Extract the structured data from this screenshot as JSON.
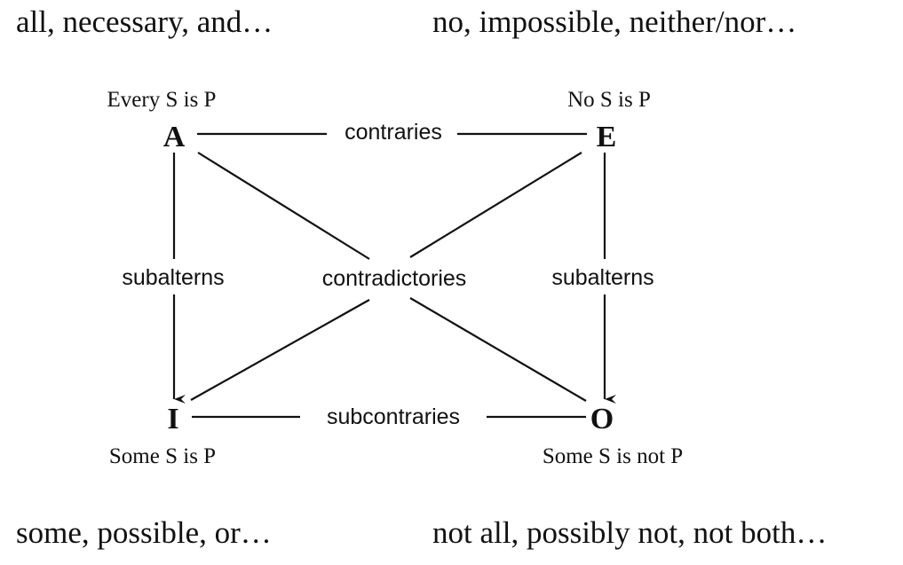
{
  "captions": {
    "top_left": "all, necessary, and…",
    "top_right": "no, impossible, neither/nor…",
    "bottom_left": "some, possible, or…",
    "bottom_right": "not all, possibly not, not both…"
  },
  "corners": {
    "A": {
      "letter": "A",
      "statement": "Every S is P"
    },
    "E": {
      "letter": "E",
      "statement": "No S is P"
    },
    "I": {
      "letter": "I",
      "statement": "Some S is P"
    },
    "O": {
      "letter": "O",
      "statement": "Some S is not P"
    }
  },
  "relations": {
    "contraries": "contraries",
    "contradictories": "contradictories",
    "subalterns_left": "subalterns",
    "subalterns_right": "subalterns",
    "subcontraries": "subcontraries"
  }
}
